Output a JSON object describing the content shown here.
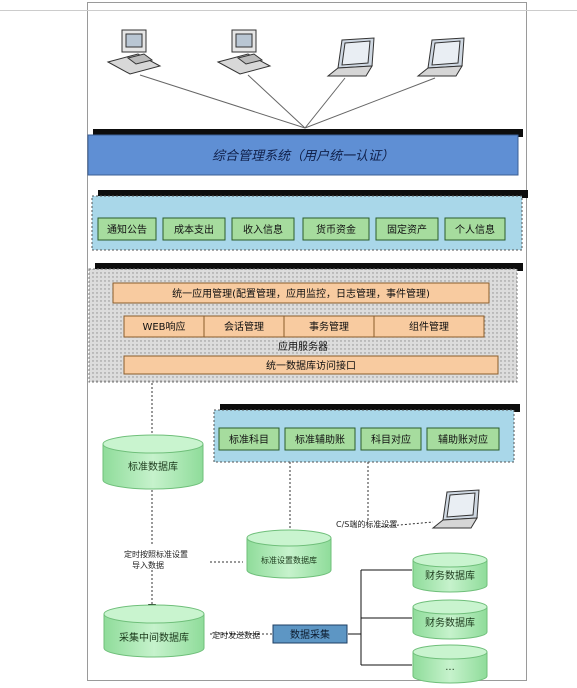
{
  "top_band": {
    "label": "综合管理系统（用户统一认证）"
  },
  "business_modules": [
    "通知公告",
    "成本支出",
    "收入信息",
    "货币资金",
    "固定资产",
    "个人信息"
  ],
  "app_server": {
    "unified_app_mgmt": "统一应用管理(配置管理，应用监控，日志管理，事件管理)",
    "components": [
      "WEB响应",
      "会话管理",
      "事务管理",
      "组件管理"
    ],
    "server_label": "应用服务器",
    "db_access": "统一数据库访问接口"
  },
  "standards_panel": [
    "标准科目",
    "标准辅助账",
    "科目对应",
    "辅助账对应"
  ],
  "databases": {
    "standard_db": "标准数据库",
    "standard_setting_db": "标准设置数据库",
    "staging_db": "采集中间数据库",
    "finance_db_1": "财务数据库",
    "finance_db_2": "财务数据库",
    "more_db": "..."
  },
  "annotations": {
    "cs_setting": "C/S端的标准设置",
    "import_line1": "定时按照标准设置",
    "import_line2": "导入数据",
    "send_data": "定时发送数据"
  },
  "collect_box": "数据采集",
  "colors": {
    "band_blue": "#5f8fd4",
    "panel_teal": "#a9d7e9",
    "module_green": "#a6dc9e",
    "orange_bar": "#f8cba0",
    "server_gray": "#dcdcdc",
    "cylinder_green": "#a8e8b0",
    "collect_blue": "#5d96c4"
  }
}
